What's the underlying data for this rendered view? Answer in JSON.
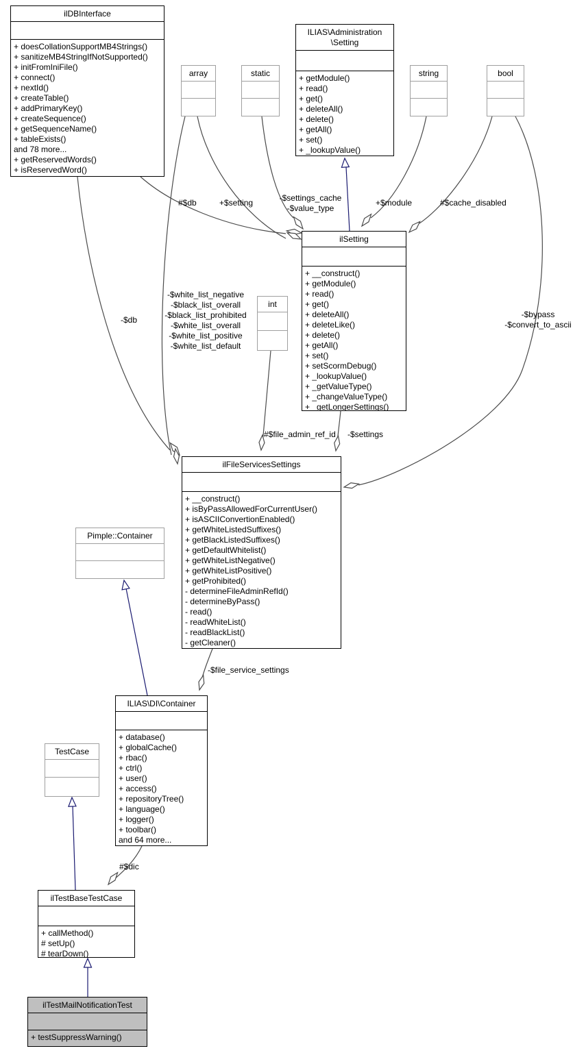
{
  "diagram_type": "uml-collaboration-diagram",
  "colors": {
    "inheritance_edge": "#191970",
    "aggregation_edge": "#4a4a4a",
    "selected_node_fill": "#bfbfbf",
    "undocumented_node_border": "#9f9f9f",
    "node_border": "#000000"
  },
  "classes": {
    "db_interface": {
      "name": "ilDBInterface",
      "methods": [
        "+ doesCollationSupportMB4Strings()",
        "+ sanitizeMB4StringIfNotSupported()",
        "+ initFromIniFile()",
        "+ connect()",
        "+ nextId()",
        "+ createTable()",
        "+ addPrimaryKey()",
        "+ createSequence()",
        "+ getSequenceName()",
        "+ tableExists()",
        "and 78 more...",
        "+ getReservedWords()",
        "+ isReservedWord()"
      ]
    },
    "admin_setting": {
      "name": [
        "ILIAS\\Administration",
        "\\Setting"
      ],
      "methods": [
        "+ getModule()",
        "+ read()",
        "+ get()",
        "+ deleteAll()",
        "+ delete()",
        "+ getAll()",
        "+ set()",
        "+ _lookupValue()"
      ]
    },
    "array_type": {
      "name": "array",
      "methods": []
    },
    "static_type": {
      "name": "static",
      "methods": []
    },
    "string_type": {
      "name": "string",
      "methods": []
    },
    "bool_type": {
      "name": "bool",
      "methods": []
    },
    "int_type": {
      "name": "int",
      "methods": []
    },
    "il_setting": {
      "name": "ilSetting",
      "methods": [
        "+ __construct()",
        "+ getModule()",
        "+ read()",
        "+ get()",
        "+ deleteAll()",
        "+ deleteLike()",
        "+ delete()",
        "+ getAll()",
        "+ set()",
        "+ setScormDebug()",
        "+ _lookupValue()",
        "+ _getValueType()",
        "+ _changeValueType()",
        "+ _getLongerSettings()"
      ]
    },
    "file_services": {
      "name": "ilFileServicesSettings",
      "methods": [
        "+ __construct()",
        "+ isByPassAllowedForCurrentUser()",
        "+ isASCIIConvertionEnabled()",
        "+ getWhiteListedSuffixes()",
        "+ getBlackListedSuffixes()",
        "+ getDefaultWhitelist()",
        "+ getWhiteListNegative()",
        "+ getWhiteListPositive()",
        "+ getProhibited()",
        "- determineFileAdminRefId()",
        "- determineByPass()",
        "- read()",
        "- readWhiteList()",
        "- readBlackList()",
        "- getCleaner()"
      ]
    },
    "pimple_container": {
      "name": "Pimple::Container",
      "methods": []
    },
    "di_container": {
      "name": "ILIAS\\DI\\Container",
      "methods": [
        "+ database()",
        "+ globalCache()",
        "+ rbac()",
        "+ ctrl()",
        "+ user()",
        "+ access()",
        "+ repositoryTree()",
        "+ language()",
        "+ logger()",
        "+ toolbar()",
        "and 64 more..."
      ]
    },
    "test_case": {
      "name": "TestCase",
      "methods": []
    },
    "il_test_base": {
      "name": "ilTestBaseTestCase",
      "methods": [
        "+ callMethod()",
        "# setUp()",
        "# tearDown()"
      ]
    },
    "il_test_mail": {
      "name": "ilTestMailNotificationTest",
      "methods": [
        "+ testSuppressWarning()"
      ]
    }
  },
  "labels": {
    "db_to_setting": "#$db",
    "setting_member": "+$setting",
    "settings_cache": [
      "-$settings_cache",
      "-$value_type"
    ],
    "module": "+$module",
    "cache_disabled": "#$cache_disabled",
    "db_to_file": "-$db",
    "white_lists": [
      "-$white_list_negative",
      "-$black_list_overall",
      "-$black_list_prohibited",
      "-$white_list_overall",
      "-$white_list_positive",
      "-$white_list_default"
    ],
    "bypass": [
      "-$bypass",
      "-$convert_to_ascii"
    ],
    "file_admin_ref_id": "#$file_admin_ref_id",
    "settings": "-$settings",
    "file_service_settings": "-$file_service_settings",
    "dic": "#$dic"
  }
}
